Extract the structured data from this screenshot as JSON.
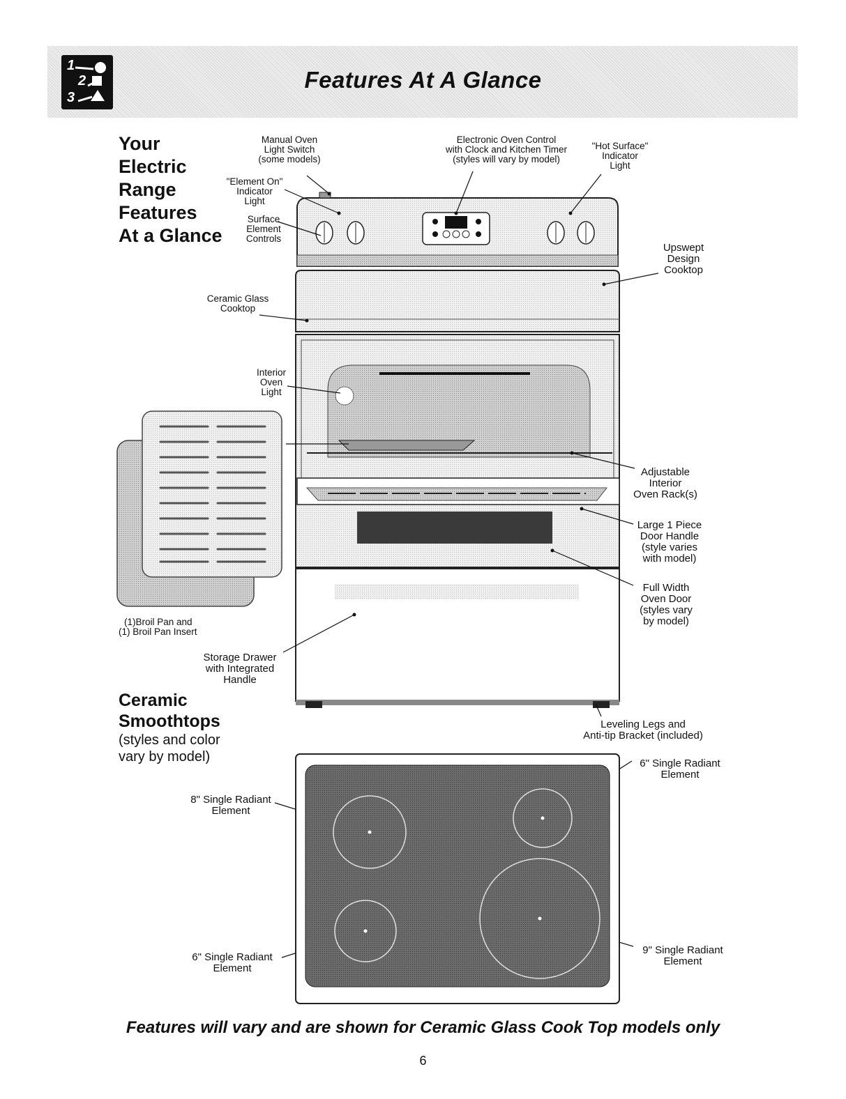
{
  "header": {
    "title": "Features At A Glance",
    "badge": [
      "1",
      "2",
      "3"
    ]
  },
  "range_section": {
    "title_lines": [
      "Your",
      "Electric",
      "Range",
      "Features",
      "At a Glance"
    ]
  },
  "callouts": {
    "manual_oven_light": [
      "Manual Oven",
      "Light Switch",
      "(some models)"
    ],
    "element_on": [
      "\"Element On\"",
      "Indicator",
      "Light"
    ],
    "surface_controls": [
      "Surface",
      "Element",
      "Controls"
    ],
    "electronic_control": [
      "Electronic Oven Control",
      "with Clock and Kitchen Timer",
      "(styles will vary by model)"
    ],
    "hot_surface": [
      "\"Hot Surface\"",
      "Indicator",
      "Light"
    ],
    "upswept": [
      "Upswept",
      "Design",
      "Cooktop"
    ],
    "ceramic_glass": [
      "Ceramic Glass",
      "Cooktop"
    ],
    "interior_light": [
      "Interior",
      "Oven",
      "Light"
    ],
    "oven_racks": [
      "Adjustable",
      "Interior",
      "Oven Rack(s)"
    ],
    "door_handle": [
      "Large 1 Piece",
      "Door Handle",
      "(style varies",
      "with model)"
    ],
    "oven_door": [
      "Full Width",
      "Oven Door",
      "(styles vary",
      "by model)"
    ],
    "broil_pan": [
      "(1)Broil Pan and",
      "(1) Broil Pan Insert"
    ],
    "storage_drawer": [
      "Storage Drawer",
      "with Integrated",
      "Handle"
    ],
    "leveling_legs": [
      "Leveling Legs and",
      "Anti-tip Bracket (included)"
    ]
  },
  "smoothtops_section": {
    "title_lines": [
      "Ceramic",
      "Smoothtops"
    ],
    "subtitle_lines": [
      "(styles and color",
      "vary by model)"
    ]
  },
  "cooktop_callouts": {
    "top_left": [
      "8\" Single Radiant",
      "Element"
    ],
    "top_right": [
      "6\" Single Radiant",
      "Element"
    ],
    "bottom_left": [
      "6\" Single Radiant",
      "Element"
    ],
    "bottom_right": [
      "9\" Single Radiant",
      "Element"
    ]
  },
  "footer": {
    "note": "Features will vary and are shown for Ceramic Glass Cook Top models only",
    "page_number": "6"
  }
}
